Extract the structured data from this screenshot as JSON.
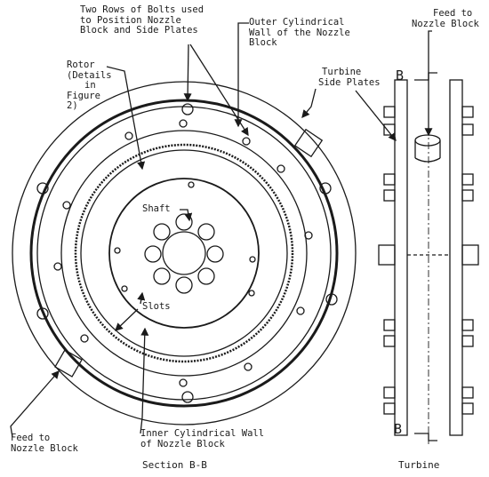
{
  "labels": {
    "bolts": [
      "Two Rows of Bolts used",
      "to Position Nozzle",
      "Block and Side Plates"
    ],
    "outer_wall": [
      "Outer Cylindrical",
      "Wall of the Nozzle",
      "Block"
    ],
    "feed_top": [
      "Feed to",
      "Nozzle Block"
    ],
    "rotor": [
      "Rotor",
      "(Details",
      "in",
      "Figure",
      "2)"
    ],
    "side_plates": [
      "Turbine",
      "Side Plates"
    ],
    "shaft": "Shaft",
    "slots": "Slots",
    "feed_bottom": [
      "Feed to",
      "Nozzle Block"
    ],
    "inner_wall": [
      "Inner Cylindrical Wall",
      "of Nozzle Block"
    ],
    "section_marker_top": "B",
    "section_marker_bottom": "B",
    "caption_left": "Section B-B",
    "caption_right": "Turbine"
  }
}
